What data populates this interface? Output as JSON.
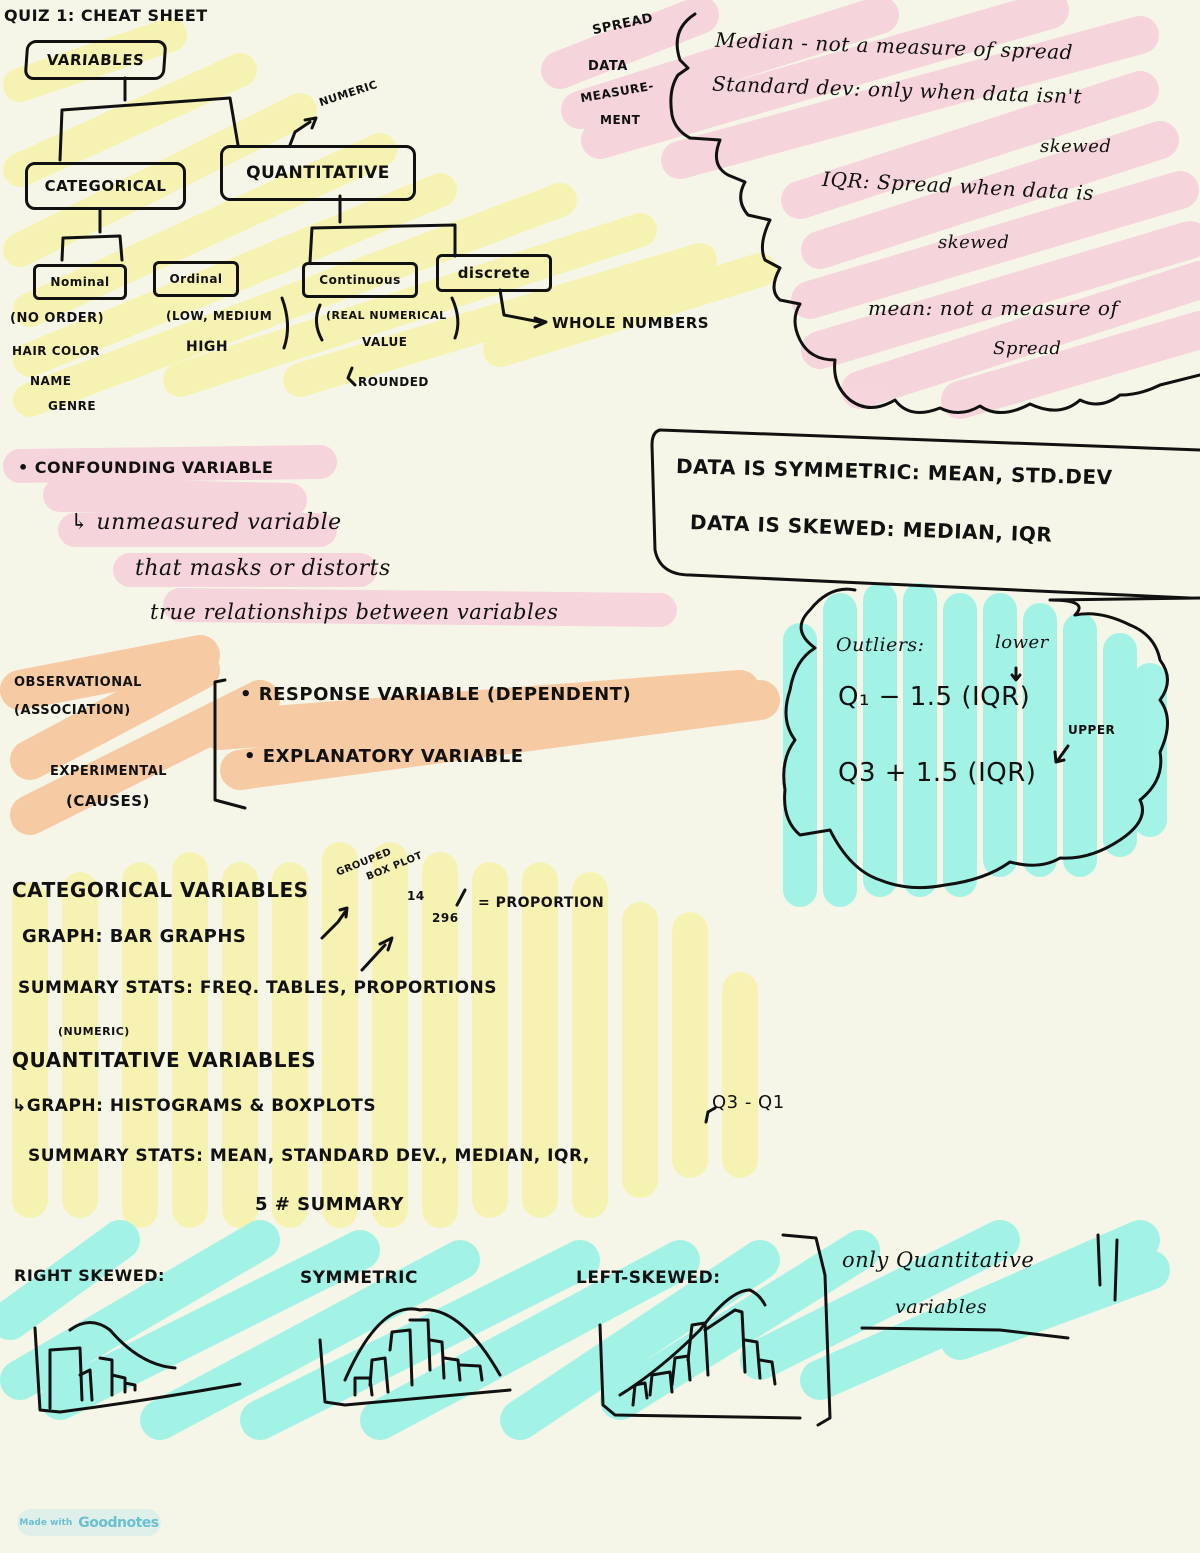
{
  "colors": {
    "background": "#f6f6e8",
    "highlight_yellow": "#f7f3b0",
    "highlight_pink": "#f5d3dc",
    "highlight_orange": "#f6c8a0",
    "highlight_cyan": "#9ef3e6",
    "ink": "#111111",
    "badge_bg": "#dff0ea",
    "badge_text": "#6bbfd1"
  },
  "title": "QUIZ 1: CHEAT SHEET",
  "variables_tree": {
    "root": "VARIABLES",
    "categorical": {
      "label": "CATEGORICAL",
      "nominal": {
        "label": "Nominal",
        "note": "(NO ORDER)",
        "examples": [
          "HAIR COLOR",
          "NAME",
          "GENRE"
        ]
      },
      "ordinal": {
        "label": "Ordinal",
        "note_line1": "(LOW, MEDIUM",
        "note_line2": "HIGH"
      }
    },
    "quantitative": {
      "label": "QUANTITATIVE",
      "annotation": "NUMERIC",
      "continuous": {
        "label": "Continuous",
        "note_line1": "(REAL NUMERICAL",
        "note_line2": "VALUE",
        "note_line3": "ROUNDED"
      },
      "discrete": {
        "label": "discrete",
        "note": "WHOLE NUMBERS"
      }
    }
  },
  "spread": {
    "side_label": [
      "SPREAD",
      "DATA",
      "MEASURE-",
      "MENT"
    ],
    "lines": [
      "Median - not a measure of spread",
      "Standard dev: only when data isn't",
      "skewed",
      "IQR: Spread when data is",
      "skewed",
      "mean: not a measure of",
      "Spread"
    ]
  },
  "confounding": {
    "heading": "• CONFOUNDING VARIABLE",
    "lines": [
      "↳ unmeasured variable",
      "that masks or distorts",
      "true   relationships between variables"
    ]
  },
  "symmetric_box": {
    "line1": "DATA  IS SYMMETRIC:  MEAN, std.dev",
    "line2": "DATA IS SKEWED:  MEDIAN, IQR"
  },
  "study_types": {
    "observational": [
      "OBSERVATIONAL",
      "(ASSOCIATION)"
    ],
    "experimental": [
      "EXPERIMENTAL",
      "(CAUSES)"
    ],
    "bullets": [
      "• RESPONSE VARIABLE (DEPENDENT)",
      "• EXPLANATORY VARIABLE"
    ]
  },
  "outliers": {
    "heading": "Outliers:",
    "lower_label": "lower",
    "lower_formula": "Q₁ − 1.5 (IQR)",
    "upper_label": "UPPER",
    "upper_formula": "Q3 + 1.5 (IQR)"
  },
  "categorical_section": {
    "heading": "CATEGORICAL VARIABLES",
    "graph": "GRAPH: BAR GRAPHS",
    "grouped_note_line1": "GROUPED",
    "grouped_note_line2": "BOX PLOT",
    "fraction_num": "14",
    "fraction_den": "296",
    "fraction_result": "= PROPORTION",
    "summary": "SUMMARY STATS: FREQ. TABLES, PROPORTIONS"
  },
  "quantitative_section": {
    "annotation": "(NUMERIC)",
    "heading": "QUANTITATIVE  VARIABLES",
    "graph": "↳GRAPH: HISTOGRAMS & BOXPLOTS",
    "iqr_note": "Q3 - Q1",
    "summary": "SUMMARY STATS:  MEAN, STANDARD DEV., MEDIAN, IQR,",
    "summary_line2": "5 # SUMMARY"
  },
  "distributions": {
    "right": "RIGHT SKEWED:",
    "symmetric": "SYMMETRIC",
    "left": "LEFT-SKEWED:",
    "note_line1": "only Quantitative",
    "note_line2": "variables",
    "exclaim": "!!"
  },
  "footer": {
    "made_with": "Made with",
    "brand": "Goodnotes"
  }
}
